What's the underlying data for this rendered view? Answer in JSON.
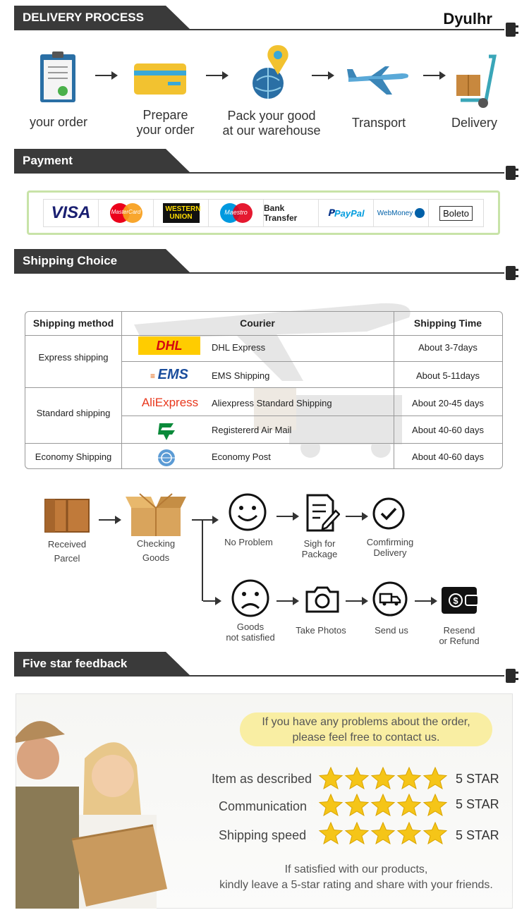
{
  "brand": "Dyulhr",
  "sections": {
    "delivery": "DELIVERY PROCESS",
    "payment": "Payment",
    "shipping": "Shipping Choice",
    "feedback": "Five star feedback"
  },
  "delivery_steps": [
    {
      "label_1": "your order",
      "label_2": ""
    },
    {
      "label_1": "Prepare",
      "label_2": "your order"
    },
    {
      "label_1": "Pack your good",
      "label_2": "at our warehouse"
    },
    {
      "label_1": "Transport",
      "label_2": ""
    },
    {
      "label_1": "Delivery",
      "label_2": ""
    }
  ],
  "payment_methods": [
    "VISA",
    "MasterCard",
    "WESTERN UNION",
    "Maestro",
    "Bank Transfer",
    "PayPal",
    "WebMoney",
    "Boleto"
  ],
  "shipping_table": {
    "headers": [
      "Shipping method",
      "Courier",
      "Shipping Time"
    ],
    "methods": [
      "Express shipping",
      "Standard shipping",
      "Economy Shipping"
    ],
    "rows": [
      {
        "logo": "DHL",
        "courier": "DHL Express",
        "time": "About 3-7days"
      },
      {
        "logo": "EMS",
        "courier": "EMS Shipping",
        "time": "About 5-11days"
      },
      {
        "logo": "AliExpress",
        "courier": "Aliexpress Standard Shipping",
        "time": "About 20-45 days"
      },
      {
        "logo": "",
        "courier": "Registererd Air Mail",
        "time": "About 40-60 days"
      },
      {
        "logo": "",
        "courier": "Economy Post",
        "time": "About 40-60 days"
      }
    ]
  },
  "inspection": {
    "received_1": "Received",
    "received_2": "Parcel",
    "checking_1": "Checking",
    "checking_2": "Goods",
    "no_problem": "No Problem",
    "sign_1": "Sigh for",
    "sign_2": "Package",
    "confirm_1": "Comfirming",
    "confirm_2": "Delivery",
    "not_sat_1": "Goods",
    "not_sat_2": "not satisfied",
    "photos": "Take Photos",
    "send": "Send us",
    "resend_1": "Resend",
    "resend_2": "or Refund"
  },
  "feedback": {
    "bubble_1": "If you have any problems about the order,",
    "bubble_2": "please feel free to contact us.",
    "ratings": [
      {
        "label": "Item as described",
        "stars": 5,
        "text": "5 STAR"
      },
      {
        "label": "Communication",
        "stars": 5,
        "text": "5 STAR"
      },
      {
        "label": "Shipping speed",
        "stars": 5,
        "text": "5 STAR"
      }
    ],
    "note_1": "If satisfied with our products,",
    "note_2": "kindly leave a 5-star rating and share with your friends."
  },
  "colors": {
    "header_dark": "#3a3a3a",
    "star_gold": "#f5c518",
    "pay_border": "#c8e3a8",
    "bubble": "#f9eea3",
    "dhl_yellow": "#ffcc00",
    "dhl_red": "#d40511"
  }
}
